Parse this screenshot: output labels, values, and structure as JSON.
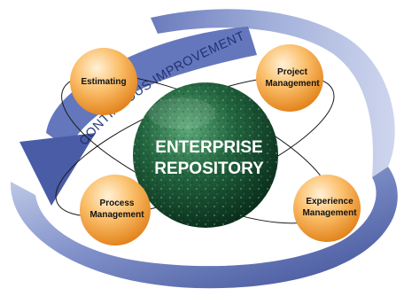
{
  "diagram": {
    "center": {
      "line1": "ENTERPRISE",
      "line2": "REPOSITORY"
    },
    "arrow_label": "CONTINUOUS IMPROVEMENT",
    "nodes": {
      "estimating": {
        "line1": "Estimating"
      },
      "project": {
        "line1": "Project",
        "line2": "Management"
      },
      "process": {
        "line1": "Process",
        "line2": "Management"
      },
      "experience": {
        "line1": "Experience",
        "line2": "Management"
      }
    }
  },
  "colors": {
    "arrow_light": "#a8b5d8",
    "arrow_mid": "#6a7dbf",
    "arrow_dark": "#3e4f97",
    "sphere_light": "#3d8a5a",
    "sphere_dark": "#0e3d25",
    "node_light": "#ffe2b0",
    "node_dark": "#e8861c",
    "text_dark": "#111111",
    "text_light": "#ffffff"
  }
}
